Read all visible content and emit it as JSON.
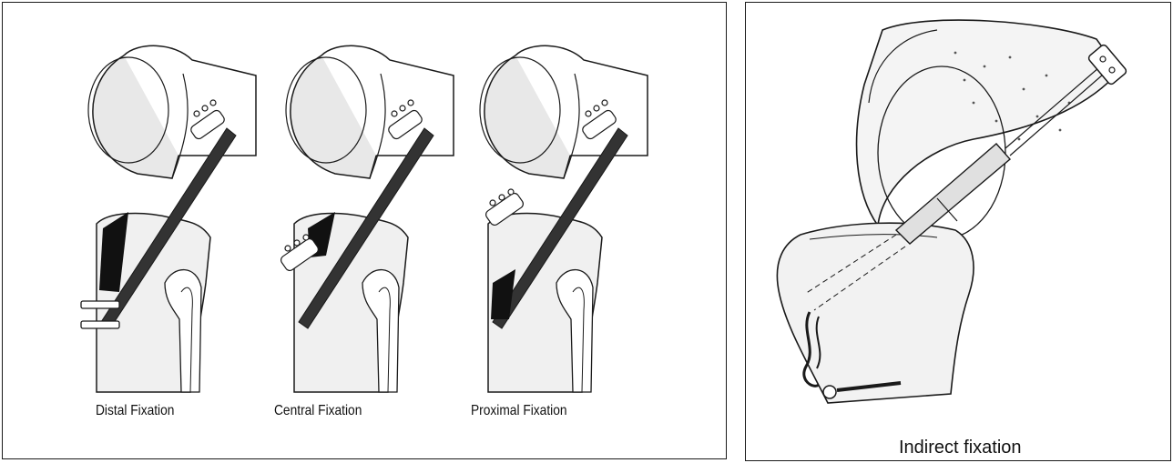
{
  "left_panel": {
    "captions": [
      "Distal Fixation",
      "Central Fixation",
      "Proximal Fixation"
    ]
  },
  "right_panel": {
    "caption": "Indirect fixation"
  },
  "colors": {
    "ink": "#1a1a1a",
    "shade": "#e6e6e6",
    "graft": "#222222"
  }
}
